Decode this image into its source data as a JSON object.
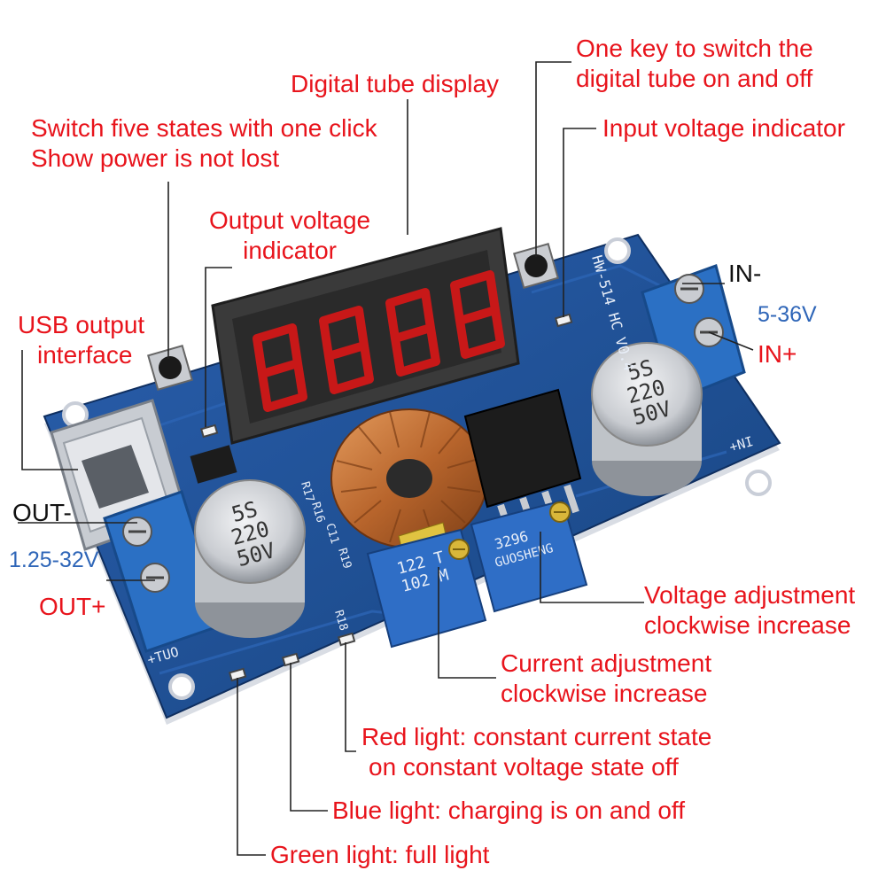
{
  "colors": {
    "callout_text": "#e8141c",
    "leader_line": "#222222",
    "pcb_blue": "#1f4f9c",
    "pcb_dark": "#163b78",
    "terminal_blue": "#2b70c4",
    "voltage_label_blue": "#2f66b8",
    "display_red": "#c81818",
    "display_body": "#3a3a3a",
    "copper": "#c4733a",
    "capacitor_silver": "#cfd2d6"
  },
  "callouts": {
    "digital_tube_display": "Digital tube display",
    "one_key": [
      "One key to switch the",
      "digital tube on and off"
    ],
    "input_voltage_indicator": "Input voltage indicator",
    "switch_five_states": [
      "Switch five states with one click",
      "Show power is not lost"
    ],
    "output_voltage_indicator": [
      "Output voltage",
      "indicator"
    ],
    "usb_output_interface": [
      "USB output",
      "interface"
    ],
    "voltage_adjustment": [
      "Voltage adjustment",
      "clockwise increase"
    ],
    "current_adjustment": [
      "Current adjustment",
      "clockwise increase"
    ],
    "red_light": [
      "Red light: constant current state",
      "on constant voltage state off"
    ],
    "blue_light": "Blue light: charging is on and off",
    "green_light": "Green light: full light"
  },
  "terminals": {
    "in_minus": "IN-",
    "input_range": "5-36V",
    "in_plus": "IN+",
    "out_minus": "OUT-",
    "output_range": "1.25-32V",
    "out_plus": "OUT+"
  },
  "silkscreen": {
    "board_id": "HW-514 HC V0.4",
    "in_plus": "+NI",
    "out_plus": "+TUO",
    "cap_code_left": [
      "5S",
      "220",
      "50V"
    ],
    "cap_code_right": [
      "5S",
      "220",
      "50V"
    ],
    "pot_current": [
      "122 T",
      "102 M"
    ],
    "pot_voltage": [
      "3296",
      "GUOSHENG"
    ],
    "r17": "R17",
    "r16": "R16",
    "r19": "R19",
    "r18": "R18",
    "c11": "C11"
  }
}
